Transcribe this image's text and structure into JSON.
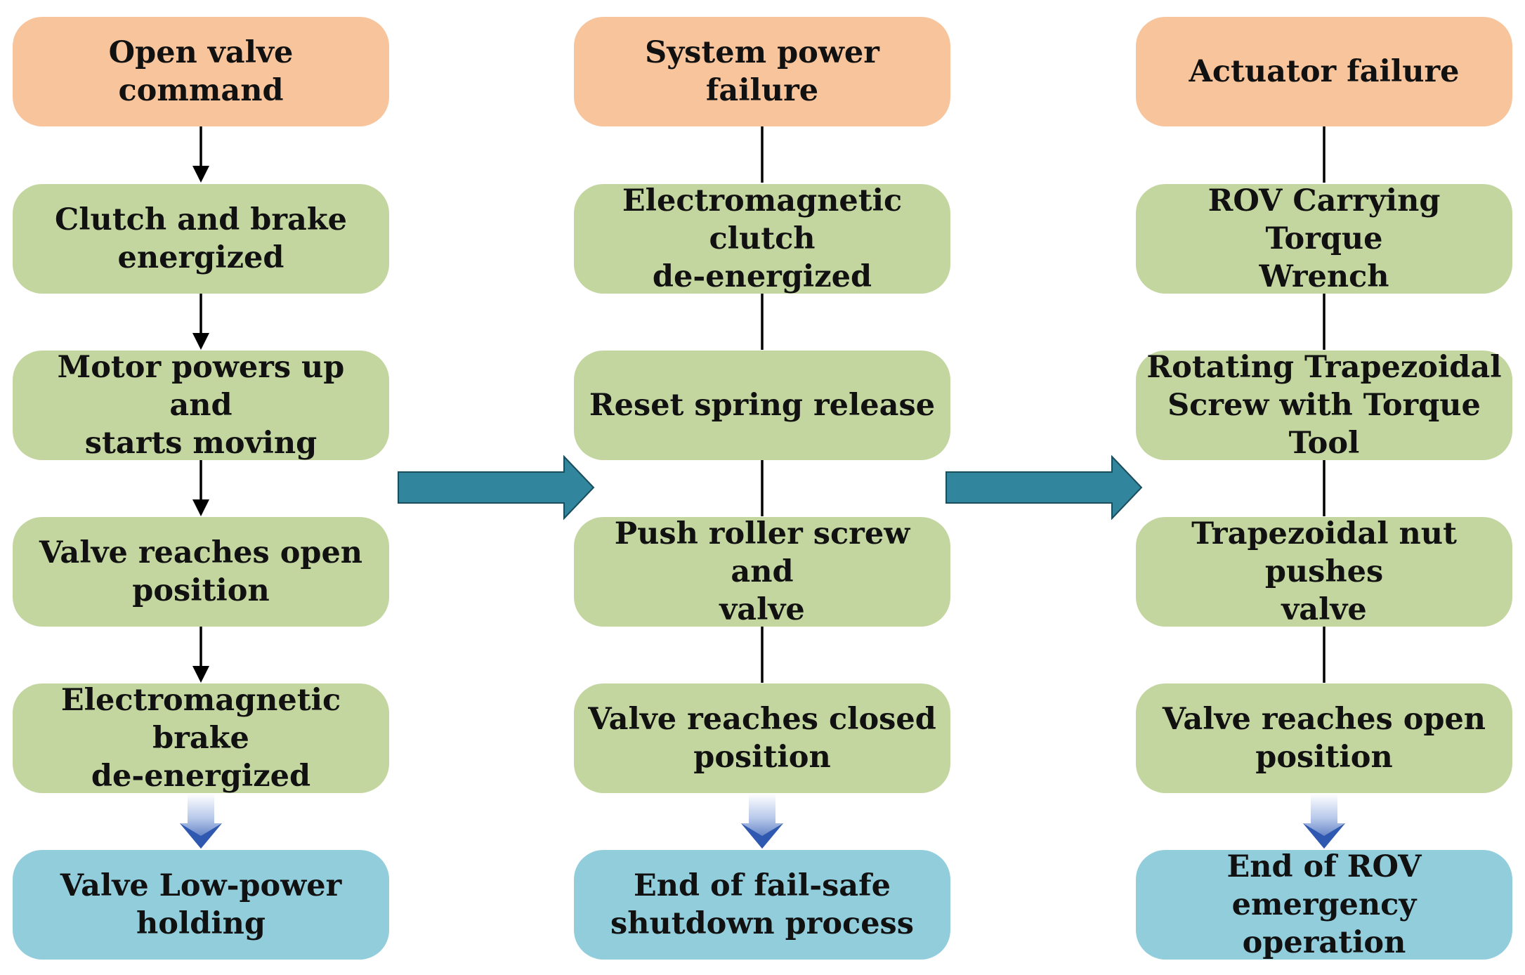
{
  "colors": {
    "start": "#f8c49c",
    "step": "#c4d6a0",
    "end": "#92cddc",
    "transition_arrow": "#31859c",
    "connector": "#000000",
    "end_arrow": "#3a64b8"
  },
  "columns": [
    {
      "start": "Open valve command",
      "steps": [
        [
          "Clutch and brake",
          "energized"
        ],
        [
          "Motor powers up and",
          "starts moving"
        ],
        [
          "Valve reaches open",
          "position"
        ],
        [
          "Electromagnetic brake",
          "de-energized"
        ]
      ],
      "end": [
        "Valve Low-power",
        "holding"
      ]
    },
    {
      "start": "System power failure",
      "steps": [
        [
          "Electromagnetic clutch",
          "de-energized"
        ],
        [
          "Reset spring release"
        ],
        [
          "Push roller screw and",
          "valve"
        ],
        [
          "Valve reaches closed",
          "position"
        ]
      ],
      "end": [
        "End of fail-safe",
        "shutdown process"
      ]
    },
    {
      "start": "Actuator failure",
      "steps": [
        [
          "ROV Carrying Torque",
          "Wrench"
        ],
        [
          "Rotating Trapezoidal",
          "Screw with Torque Tool"
        ],
        [
          "Trapezoidal nut pushes",
          "valve"
        ],
        [
          "Valve reaches open",
          "position"
        ]
      ],
      "end": [
        "End of ROV emergency",
        "operation"
      ]
    }
  ]
}
